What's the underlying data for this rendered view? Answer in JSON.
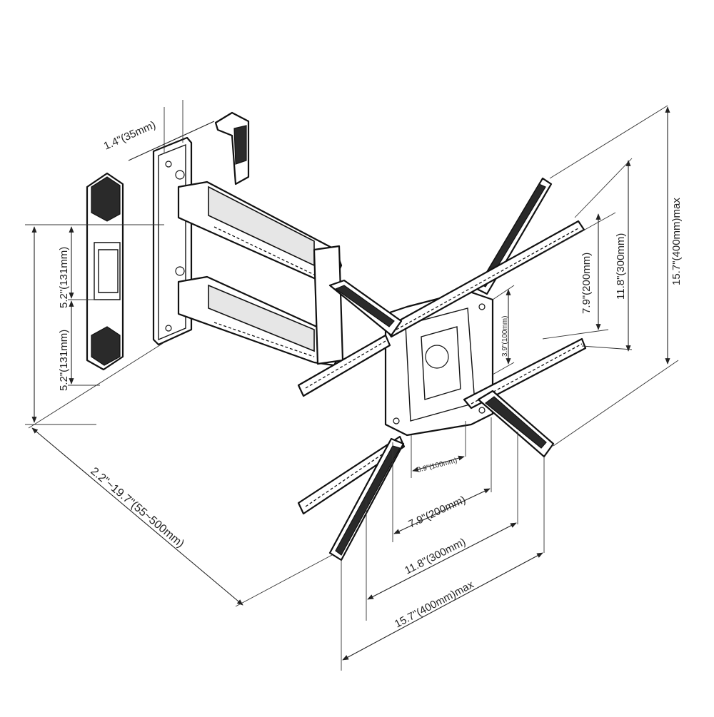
{
  "dimensions": {
    "wall_depth": "1.4\"(35mm)",
    "wall_upper_height": "5.2\"(131mm)",
    "wall_lower_height": "5.2\"(131mm)",
    "extension": "2.2\"~19.7\"(55~500mm)",
    "vesa_h_100": "3.9\"(100mm)",
    "vesa_h_200": "7.9\"(200mm)",
    "vesa_h_300": "11.8\"(300mm)",
    "vesa_h_400": "15.7\"(400mm)max",
    "vesa_v_100": "3.9\"(100mm)",
    "vesa_v_200": "7.9\"(200mm)",
    "vesa_v_300": "11.8\"(300mm)",
    "vesa_v_400": "15.7\"(400mm)max"
  }
}
